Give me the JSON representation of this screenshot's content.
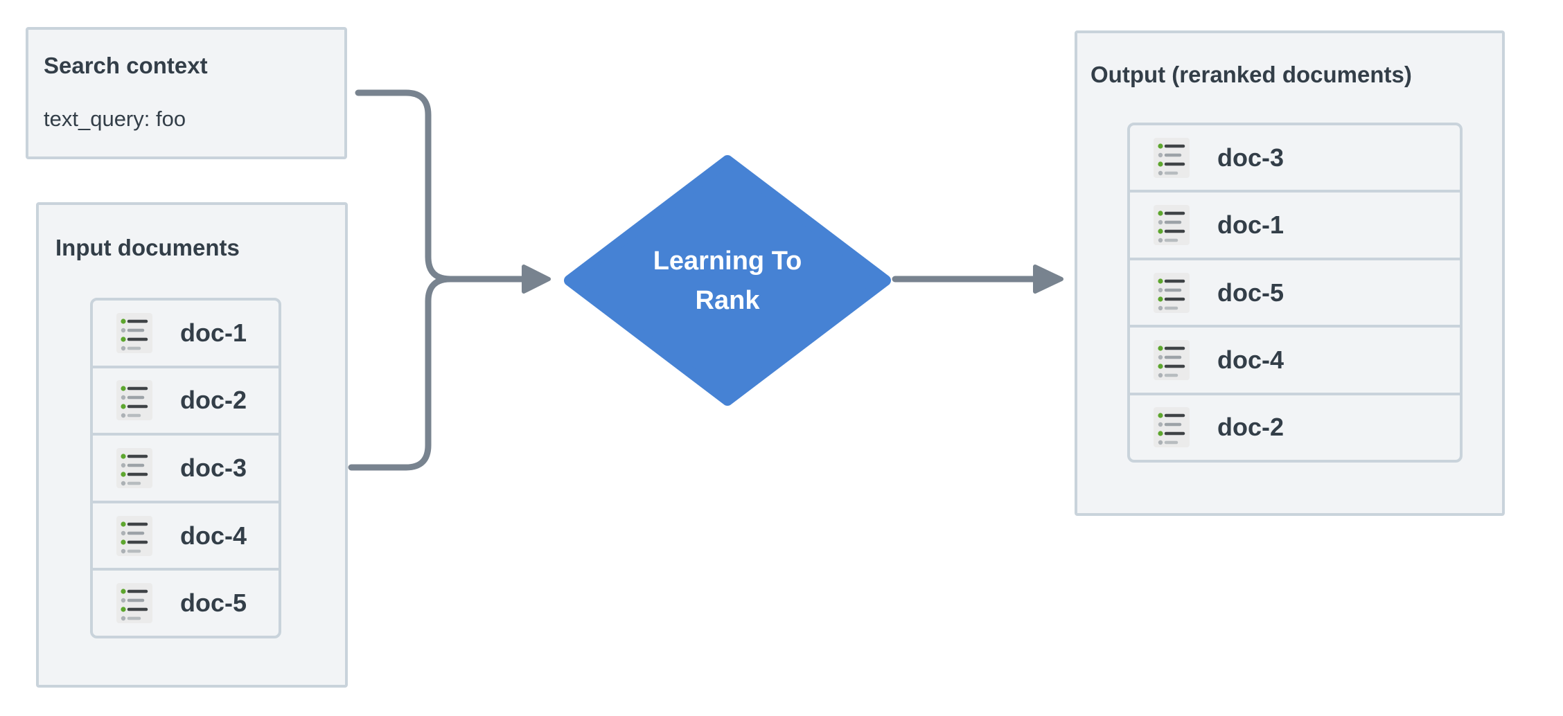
{
  "colors": {
    "box_bg": "#f2f4f6",
    "box_border": "#c9d3db",
    "text_dark": "#333e48",
    "diamond_fill": "#4682d4",
    "diamond_text": "#ffffff",
    "arrow": "#78838f",
    "icon_bg": "#ebebeb",
    "icon_green": "#5da62e",
    "icon_gray_dot": "#acb1b5",
    "icon_dark_line": "#3f4346",
    "icon_gray_line": "#9ca2a7",
    "icon_light_line": "#b7bcbf"
  },
  "icons": {
    "doc": "list-icon"
  },
  "search_context": {
    "title": "Search context",
    "query": "text_query: foo"
  },
  "input_documents": {
    "title": "Input documents",
    "docs": [
      {
        "label": "doc-1"
      },
      {
        "label": "doc-2"
      },
      {
        "label": "doc-3"
      },
      {
        "label": "doc-4"
      },
      {
        "label": "doc-5"
      }
    ]
  },
  "process_node": {
    "line1": "Learning To",
    "line2": "Rank"
  },
  "output_documents": {
    "title": "Output (reranked documents)",
    "docs": [
      {
        "label": "doc-3"
      },
      {
        "label": "doc-1"
      },
      {
        "label": "doc-5"
      },
      {
        "label": "doc-4"
      },
      {
        "label": "doc-2"
      }
    ]
  }
}
